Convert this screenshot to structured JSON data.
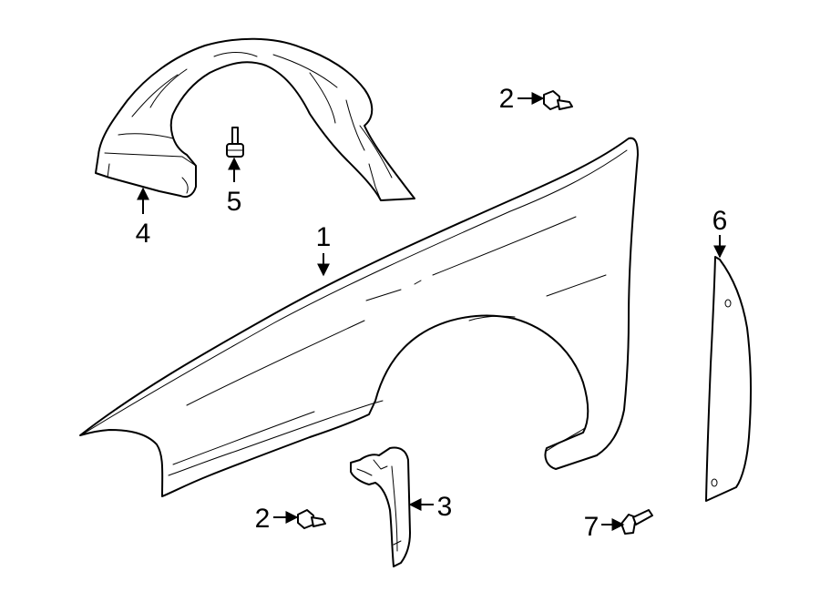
{
  "callouts": {
    "c1": "1",
    "c2a": "2",
    "c2b": "2",
    "c3": "3",
    "c4": "4",
    "c5": "5",
    "c6": "6",
    "c7": "7"
  },
  "colors": {
    "line": "#000000",
    "background": "#ffffff"
  }
}
